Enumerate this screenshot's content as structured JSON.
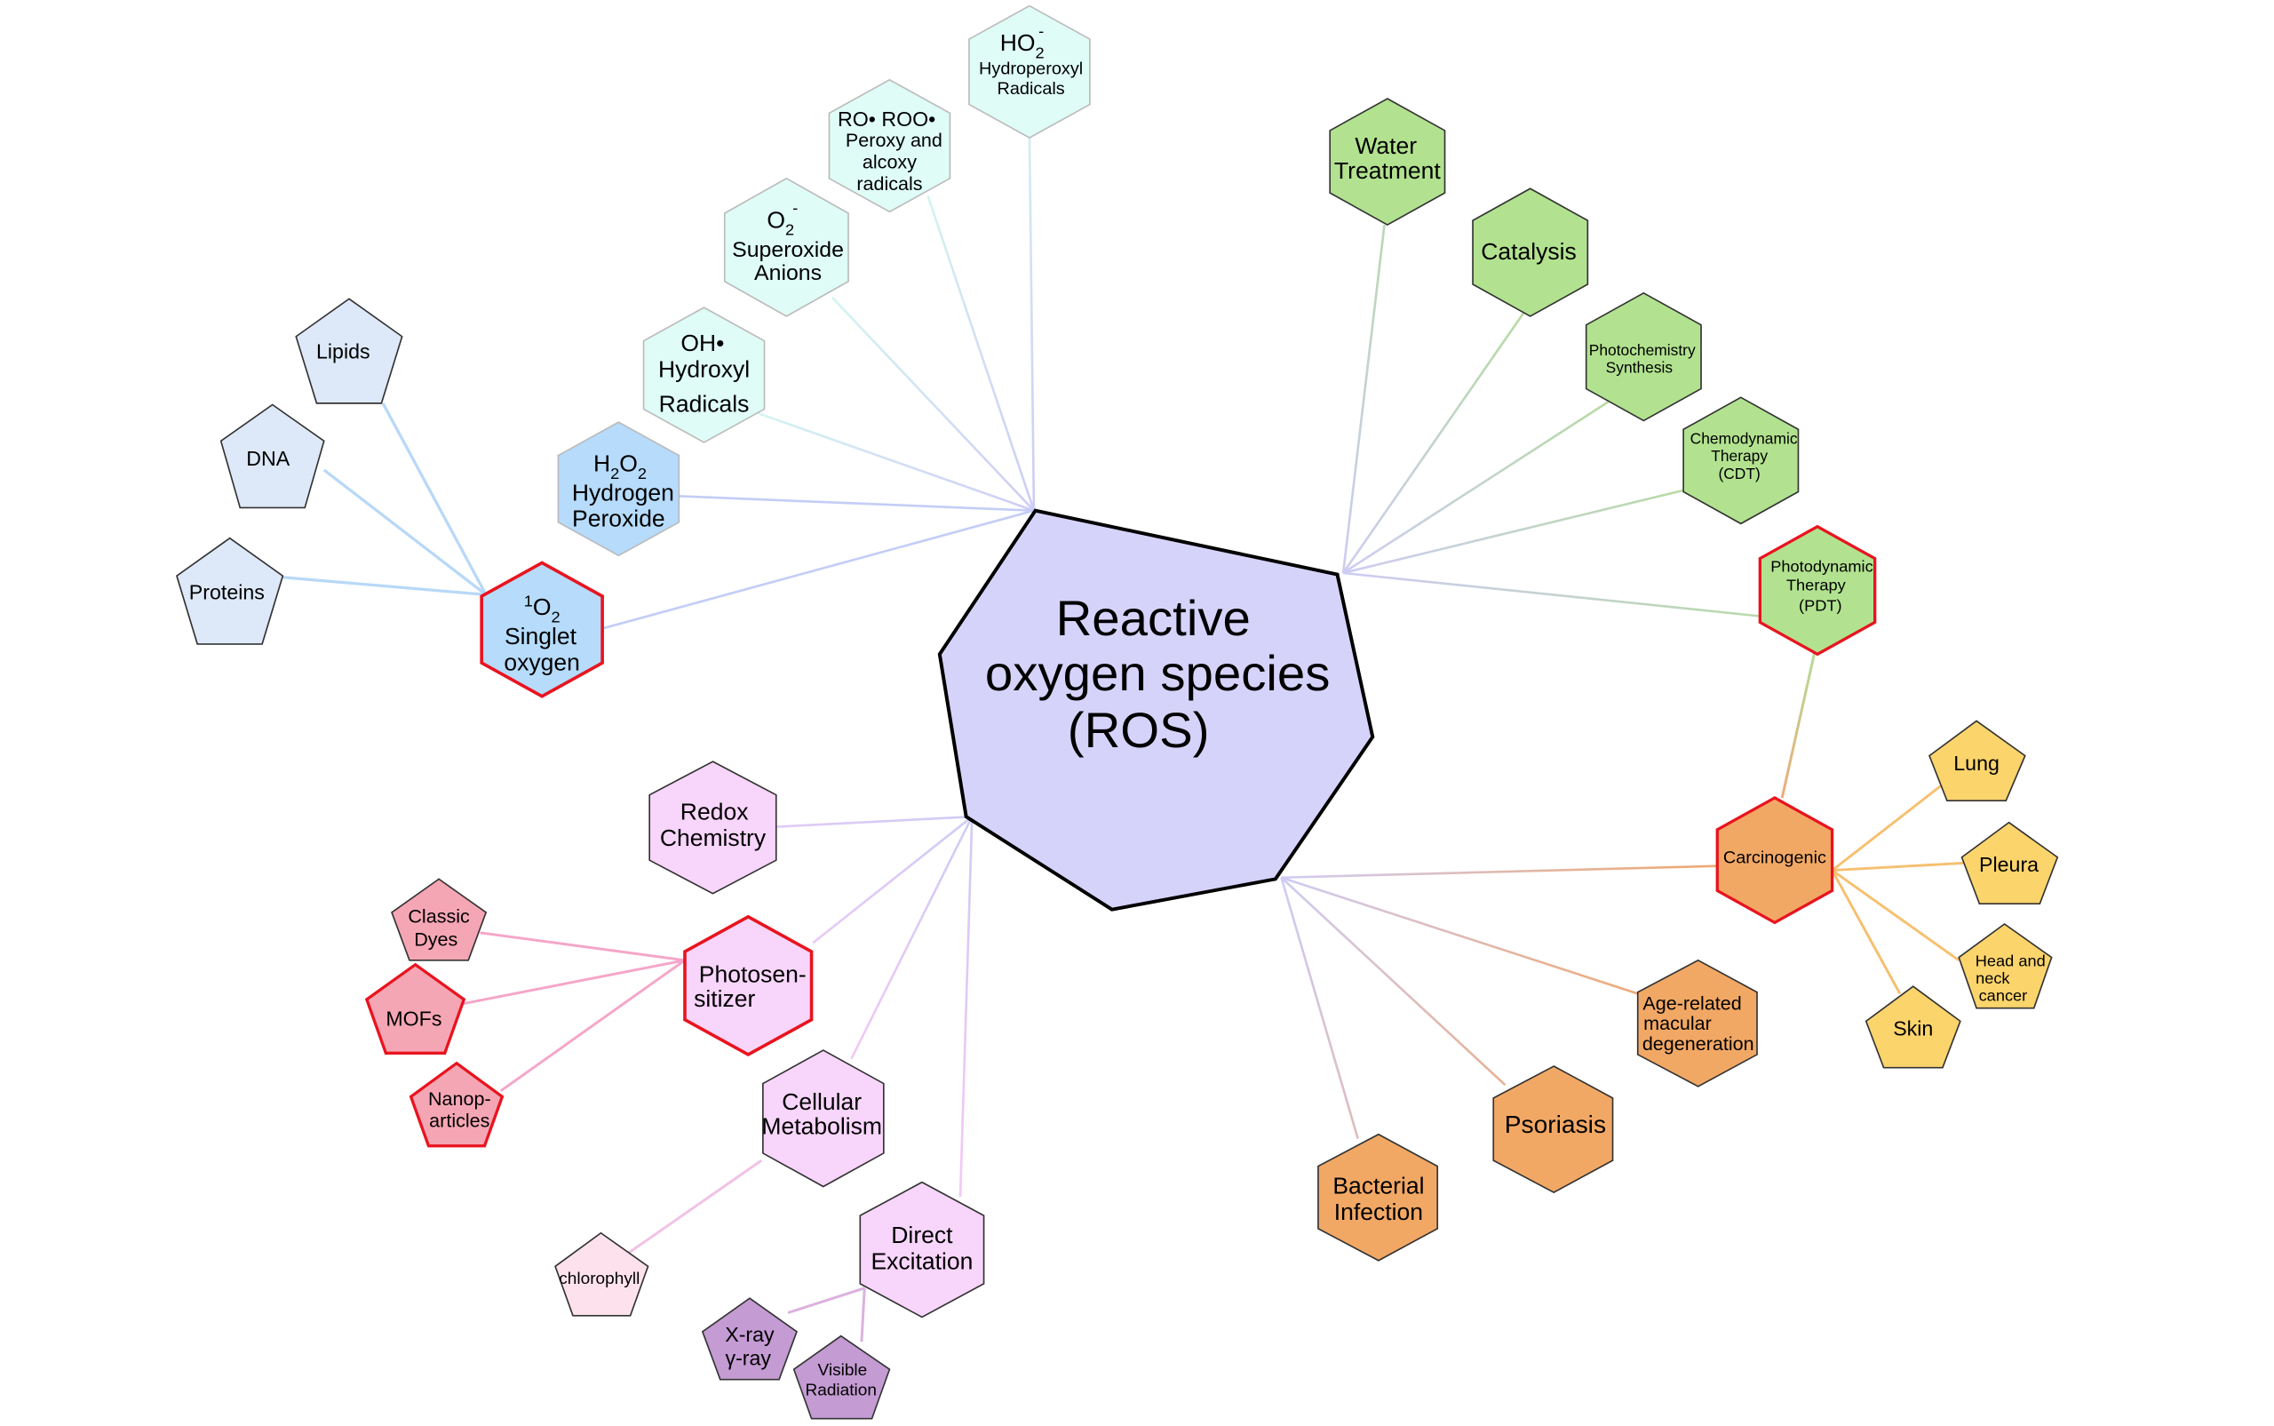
{
  "center": {
    "lines": [
      "Reactive",
      "oxygen species",
      "(ROS)"
    ]
  },
  "nodes": {
    "ho2": {
      "formula": "HO",
      "sub": "2",
      "sup": "-",
      "lines": [
        "Hydroperoxyl",
        "Radicals"
      ]
    },
    "ro_roo": {
      "formula": "RO• ROO•",
      "lines": [
        "Peroxy and",
        "alcoxy",
        "radicals"
      ]
    },
    "o2_minus": {
      "formula": "O",
      "sub": "2",
      "sup": "-",
      "lines": [
        "Superoxide",
        "Anions"
      ]
    },
    "oh": {
      "formula": "OH•",
      "lines": [
        "Hydroxyl",
        "Radicals"
      ]
    },
    "h2o2": {
      "formula_parts": [
        "H",
        "2",
        "O",
        "2"
      ],
      "lines": [
        "Hydrogen",
        "Peroxide"
      ]
    },
    "singlet": {
      "formula_sup": "1",
      "formula": "O",
      "sub": "2",
      "lines": [
        "Singlet",
        "oxygen"
      ]
    },
    "lipids": {
      "lines": [
        "Lipids"
      ]
    },
    "dna": {
      "lines": [
        "DNA"
      ]
    },
    "proteins": {
      "lines": [
        "Proteins"
      ]
    },
    "water": {
      "lines": [
        "Water",
        "Treatment"
      ]
    },
    "catalysis": {
      "lines": [
        "Catalysis"
      ]
    },
    "photochem": {
      "lines": [
        "Photochemistry",
        "Synthesis"
      ]
    },
    "cdt": {
      "lines": [
        "Chemodynamic",
        "Therapy",
        "(CDT)"
      ]
    },
    "pdt": {
      "lines": [
        "Photodynamic",
        "Therapy",
        "(PDT)"
      ]
    },
    "carcinogenic": {
      "lines": [
        "Carcinogenic"
      ]
    },
    "lung": {
      "lines": [
        "Lung"
      ]
    },
    "pleura": {
      "lines": [
        "Pleura"
      ]
    },
    "headneck": {
      "lines": [
        "Head and",
        "neck",
        "cancer"
      ]
    },
    "skin": {
      "lines": [
        "Skin"
      ]
    },
    "amd": {
      "lines": [
        "Age-related",
        "macular",
        "degeneration"
      ]
    },
    "psoriasis": {
      "lines": [
        "Psoriasis"
      ]
    },
    "bacterial": {
      "lines": [
        "Bacterial",
        "Infection"
      ]
    },
    "redox": {
      "lines": [
        "Redox",
        "Chemistry"
      ]
    },
    "photosens": {
      "lines": [
        "Photosen-",
        "sitizer"
      ]
    },
    "cellular": {
      "lines": [
        "Cellular",
        "Metabolism"
      ]
    },
    "direct": {
      "lines": [
        "Direct",
        "Excitation"
      ]
    },
    "classic": {
      "lines": [
        "Classic",
        "Dyes"
      ]
    },
    "mofs": {
      "lines": [
        "MOFs"
      ]
    },
    "nano": {
      "lines": [
        "Nanop-",
        "articles"
      ]
    },
    "chlorophyll": {
      "lines": [
        "chlorophyll"
      ]
    },
    "xray": {
      "lines": [
        "X-ray",
        "γ-ray"
      ]
    },
    "visible": {
      "lines": [
        "Visible",
        "Radiation"
      ]
    }
  },
  "colors": {
    "center_fill": "#d6d3fb",
    "radical_fill": "#dffcf7",
    "blue_fill": "#b6dbfb",
    "biomolecule_fill": "#dde9f8",
    "green_fill": "#b2e28f",
    "orange_fill": "#f2a865",
    "yellow_fill": "#fbd46c",
    "pink_fill": "#f8d5fb",
    "rose_fill": "#f5a6b4",
    "light_pink_fill": "#fde2ee",
    "purple_fill": "#c49bd3",
    "highlight_stroke": "#e8141f",
    "edge_stroke": "#666666"
  }
}
